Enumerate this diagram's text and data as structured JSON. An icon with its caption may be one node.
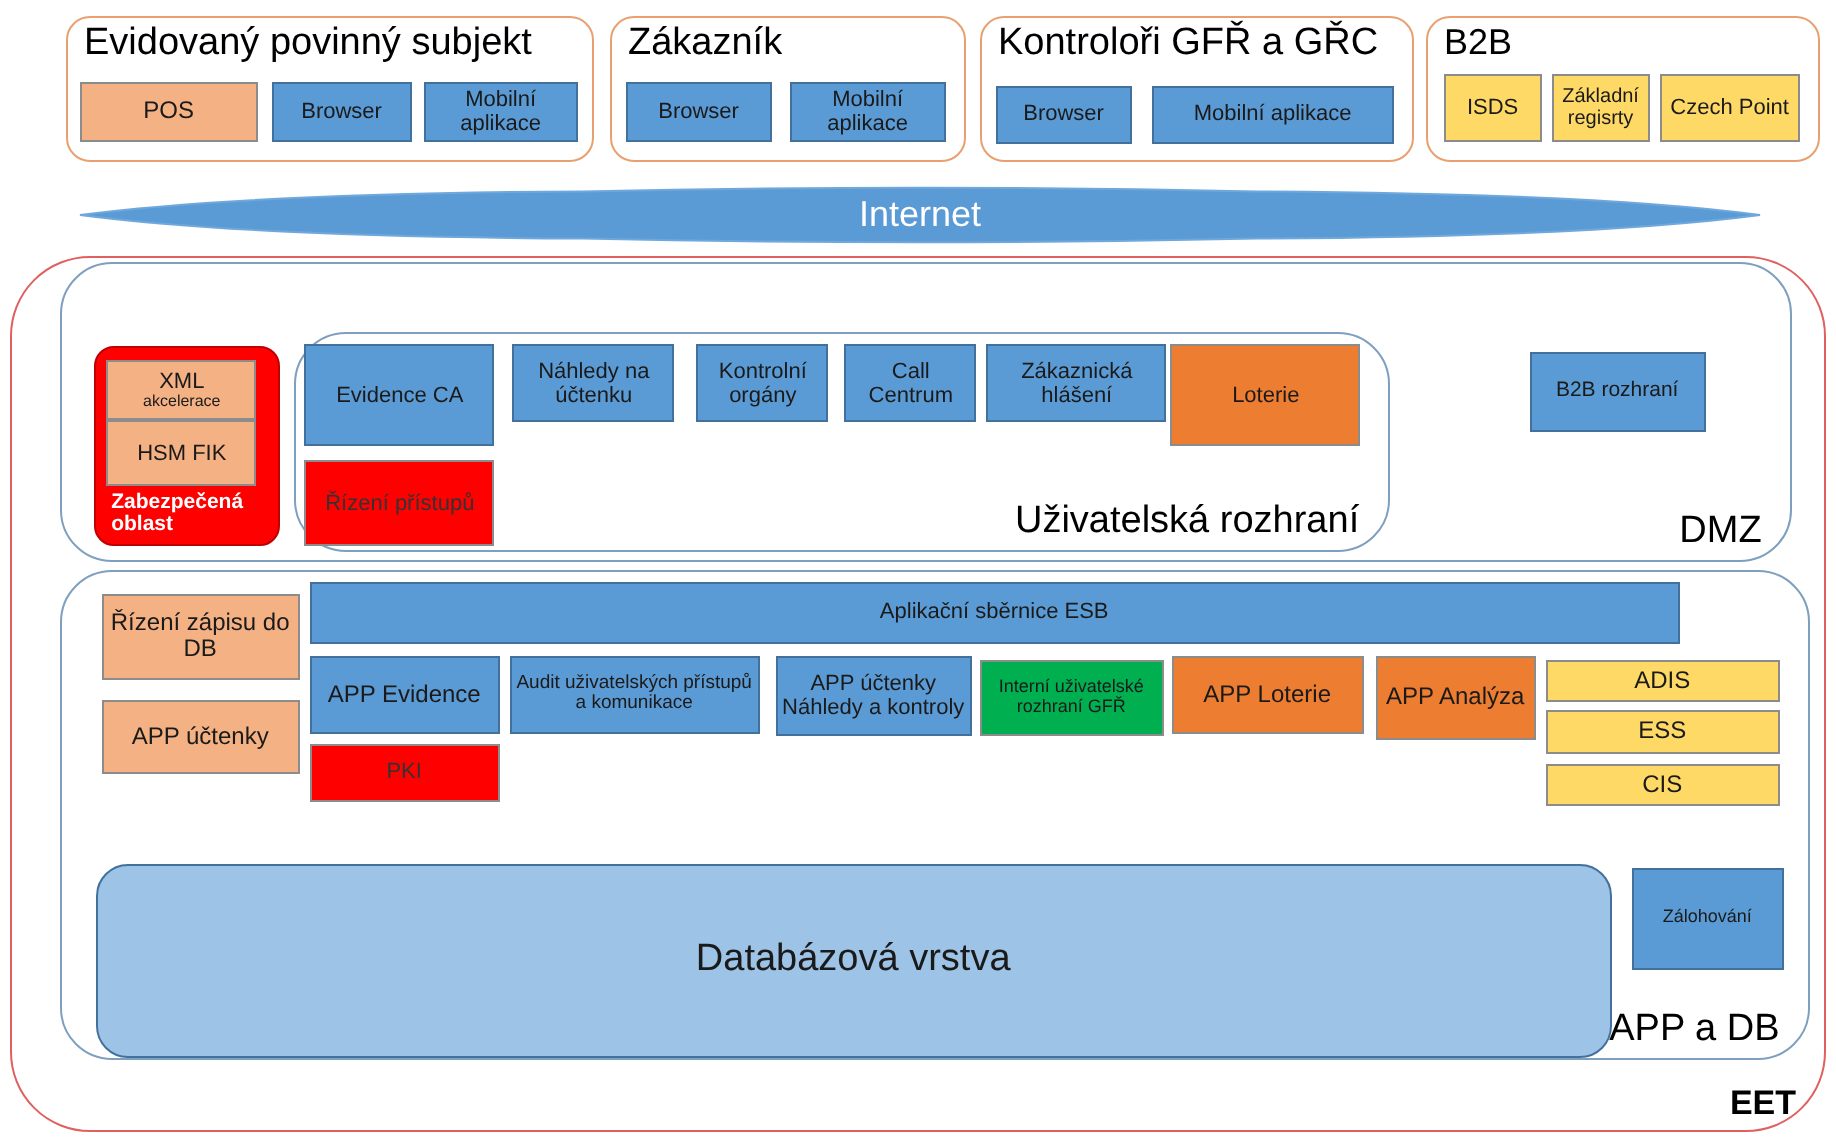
{
  "diagram": {
    "nodes": [
      {
        "text": [
          "Evidovaný povinný subjekt"
        ]
      },
      {
        "text": [
          "POS"
        ],
        "in": 0
      },
      {
        "text": [
          "Browser"
        ],
        "in": 0
      },
      {
        "text": [
          "Mobilní aplikace"
        ],
        "in": 0
      },
      {
        "text": [
          "Zákazník"
        ]
      },
      {
        "text": [
          "Browser"
        ],
        "in": 4
      },
      {
        "text": [
          "Mobilní aplikace"
        ],
        "in": 4
      },
      {
        "text": [
          "Kontroloři GFŘ a GŘC"
        ]
      },
      {
        "text": [
          "Browser"
        ],
        "in": 7
      },
      {
        "text": [
          "Mobilní aplikace"
        ],
        "in": 7
      },
      {
        "text": [
          "B2B"
        ]
      },
      {
        "text": [
          "ISDS"
        ],
        "in": 10
      },
      {
        "text": [
          "Základní regisrty"
        ],
        "in": 10
      },
      {
        "text": [
          "Czech Point"
        ],
        "in": 10
      },
      {
        "text": [
          "Internet"
        ]
      },
      {
        "text": [
          "EET"
        ]
      },
      {
        "text": [
          "DMZ"
        ],
        "in": 15
      },
      {
        "text": [
          "Zabezpečená oblast"
        ],
        "in": 16
      },
      {
        "text": [
          "XML",
          "akcelerace"
        ],
        "in": 17
      },
      {
        "text": [
          "HSM FIK"
        ],
        "in": 17
      },
      {
        "text": [
          "Uživatelská rozhraní"
        ],
        "in": 16
      },
      {
        "text": [
          "Evidence CA"
        ],
        "in": 20
      },
      {
        "text": [
          "Náhledy na účtenku"
        ],
        "in": 20
      },
      {
        "text": [
          "Kontrolní orgány"
        ],
        "in": 20
      },
      {
        "text": [
          "Call Centrum"
        ],
        "in": 20
      },
      {
        "text": [
          "Zákaznická hlášení"
        ],
        "in": 20
      },
      {
        "text": [
          "Loterie"
        ],
        "in": 20
      },
      {
        "text": [
          "Řízení přístupů"
        ],
        "in": 20
      },
      {
        "text": [
          "B2B rozhraní"
        ],
        "in": 16
      },
      {
        "text": [
          "APP a DB"
        ],
        "in": 15
      },
      {
        "text": [
          "Řízení zápisu do DB"
        ],
        "in": 29
      },
      {
        "text": [
          "APP účtenky"
        ],
        "in": 29
      },
      {
        "text": [
          "Aplikační sběrnice ESB"
        ],
        "in": 29
      },
      {
        "text": [
          "APP Evidence"
        ],
        "in": 29
      },
      {
        "text": [
          "Audit uživatelských přístupů a komunikace"
        ],
        "in": 29
      },
      {
        "text": [
          "APP účtenky Náhledy a kontroly"
        ],
        "in": 29
      },
      {
        "text": [
          "Interní uživatelské rozhraní GFŘ"
        ],
        "in": 29
      },
      {
        "text": [
          "APP Loterie"
        ],
        "in": 29
      },
      {
        "text": [
          "APP Analýza"
        ],
        "in": 29
      },
      {
        "text": [
          "ADIS"
        ],
        "in": 29
      },
      {
        "text": [
          "ESS"
        ],
        "in": 29
      },
      {
        "text": [
          "CIS"
        ],
        "in": 29
      },
      {
        "text": [
          "PKI"
        ],
        "in": 29
      },
      {
        "text": [
          "Databázová vrstva"
        ],
        "in": 29
      },
      {
        "text": [
          "Zálohování"
        ],
        "in": 29
      }
    ]
  }
}
